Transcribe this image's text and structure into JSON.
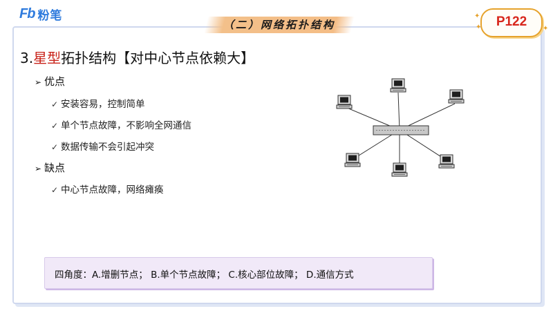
{
  "header": {
    "logo_mark": "Fb",
    "logo_text": "粉笔",
    "section_title": "（二）网络拓扑结构",
    "page_label": "P122"
  },
  "main": {
    "heading_prefix": "3.",
    "heading_highlight": "星型",
    "heading_rest": "拓扑结构【对中心节点依赖大】",
    "advantages_label": "优点",
    "advantages": [
      "安装容易，控制简单",
      "单个节点故障，不影响全网通信",
      "数据传输不会引起冲突"
    ],
    "disadvantages_label": "缺点",
    "disadvantages": [
      "中心节点故障，网络瘫痪"
    ]
  },
  "quiz": {
    "text": "四角度：A.增删节点；   B.单个节点故障；   C.核心部位故障；   D.通信方式"
  },
  "colors": {
    "accent_red": "#c9231a",
    "logo_blue": "#2f7bdd",
    "banner_orange": "#f4bd86",
    "badge_border": "#e6a22b",
    "quiz_bg": "#f1e9f8"
  },
  "icons": {
    "bullet": "arrow-bullet-icon",
    "check": "check-icon",
    "computer": "computer-icon",
    "hub": "hub-icon"
  }
}
